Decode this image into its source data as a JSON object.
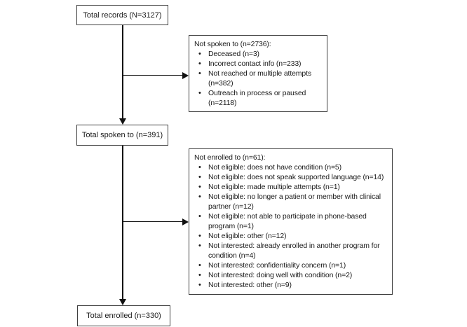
{
  "colors": {
    "box_border": "#3f3f3f",
    "arrow": "#111111",
    "text": "#1a1a1a",
    "background": "#ffffff"
  },
  "flow": {
    "top_box": {
      "label": "Total records (N=3127)"
    },
    "middle_box": {
      "label": "Total spoken to (n=391)"
    },
    "bottom_box": {
      "label": "Total enrolled (n=330)"
    },
    "side_box_1": {
      "header": "Not spoken to (n=2736):",
      "items": [
        "Deceased (n=3)",
        "Incorrect contact info (n=233)",
        "Not reached or multiple attempts (n=382)",
        "Outreach in process or paused (n=2118)"
      ]
    },
    "side_box_2": {
      "header": "Not enrolled to (n=61):",
      "items": [
        "Not eligible: does not have condition (n=5)",
        "Not eligible: does not speak supported language (n=14)",
        "Not eligible: made multiple attempts (n=1)",
        "Not eligible: no longer a patient or member with clinical partner (n=12)",
        "Not eligible: not able to participate in phone-based program (n=1)",
        "Not eligible: other (n=12)",
        "Not interested: already enrolled in another program for condition (n=4)",
        "Not interested: confidentiality concern (n=1)",
        "Not interested: doing well with condition (n=2)",
        "Not interested: other (n=9)"
      ]
    }
  }
}
